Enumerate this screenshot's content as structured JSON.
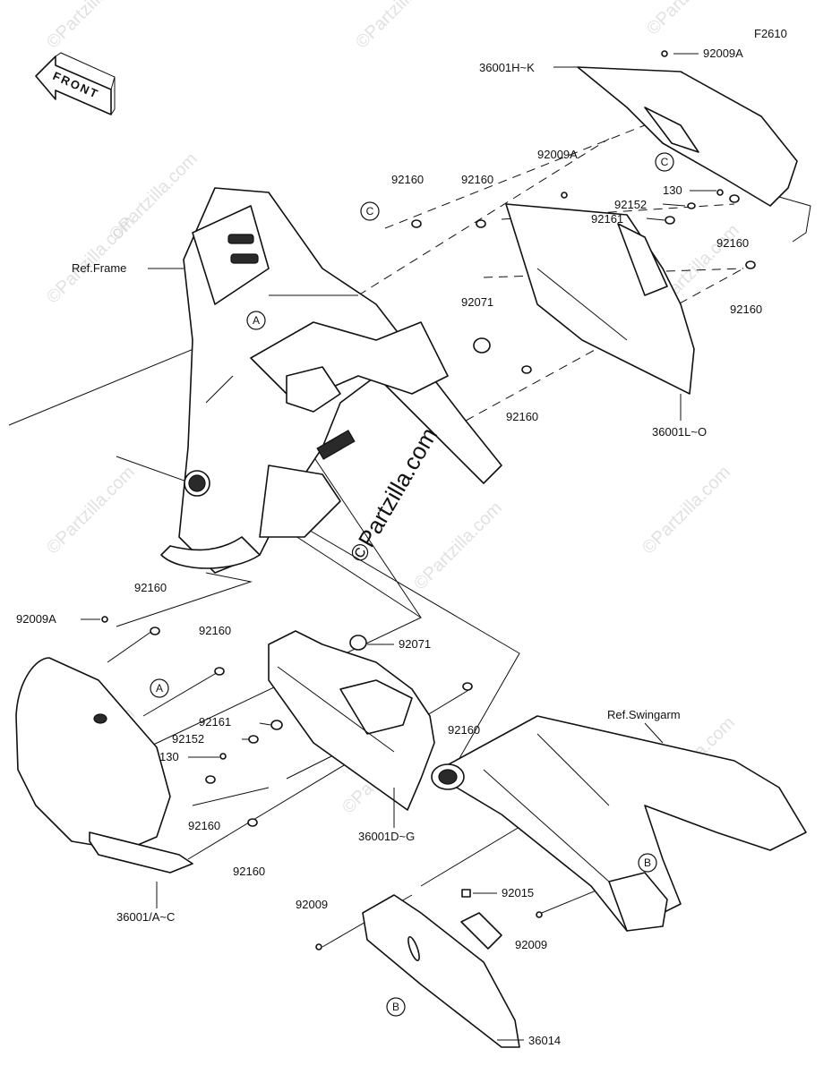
{
  "diagram": {
    "code": "F2610",
    "front_label": "FRONT",
    "watermark": "©Partzilla.com",
    "references": [
      "Ref.Frame",
      "Ref.Swingarm"
    ],
    "callout_letters": [
      "A",
      "B",
      "C"
    ],
    "part_labels": [
      "92009A",
      "36001H~K",
      "92009A",
      "92160",
      "92160",
      "130",
      "92152",
      "92161",
      "92160",
      "92071",
      "92160",
      "92160",
      "36001L~O",
      "92160",
      "92009A",
      "92160",
      "92071",
      "92160",
      "92161",
      "92152",
      "130",
      "92160",
      "92160",
      "36001D~G",
      "36001/A~C",
      "92009",
      "92015",
      "92009",
      "36014"
    ]
  }
}
